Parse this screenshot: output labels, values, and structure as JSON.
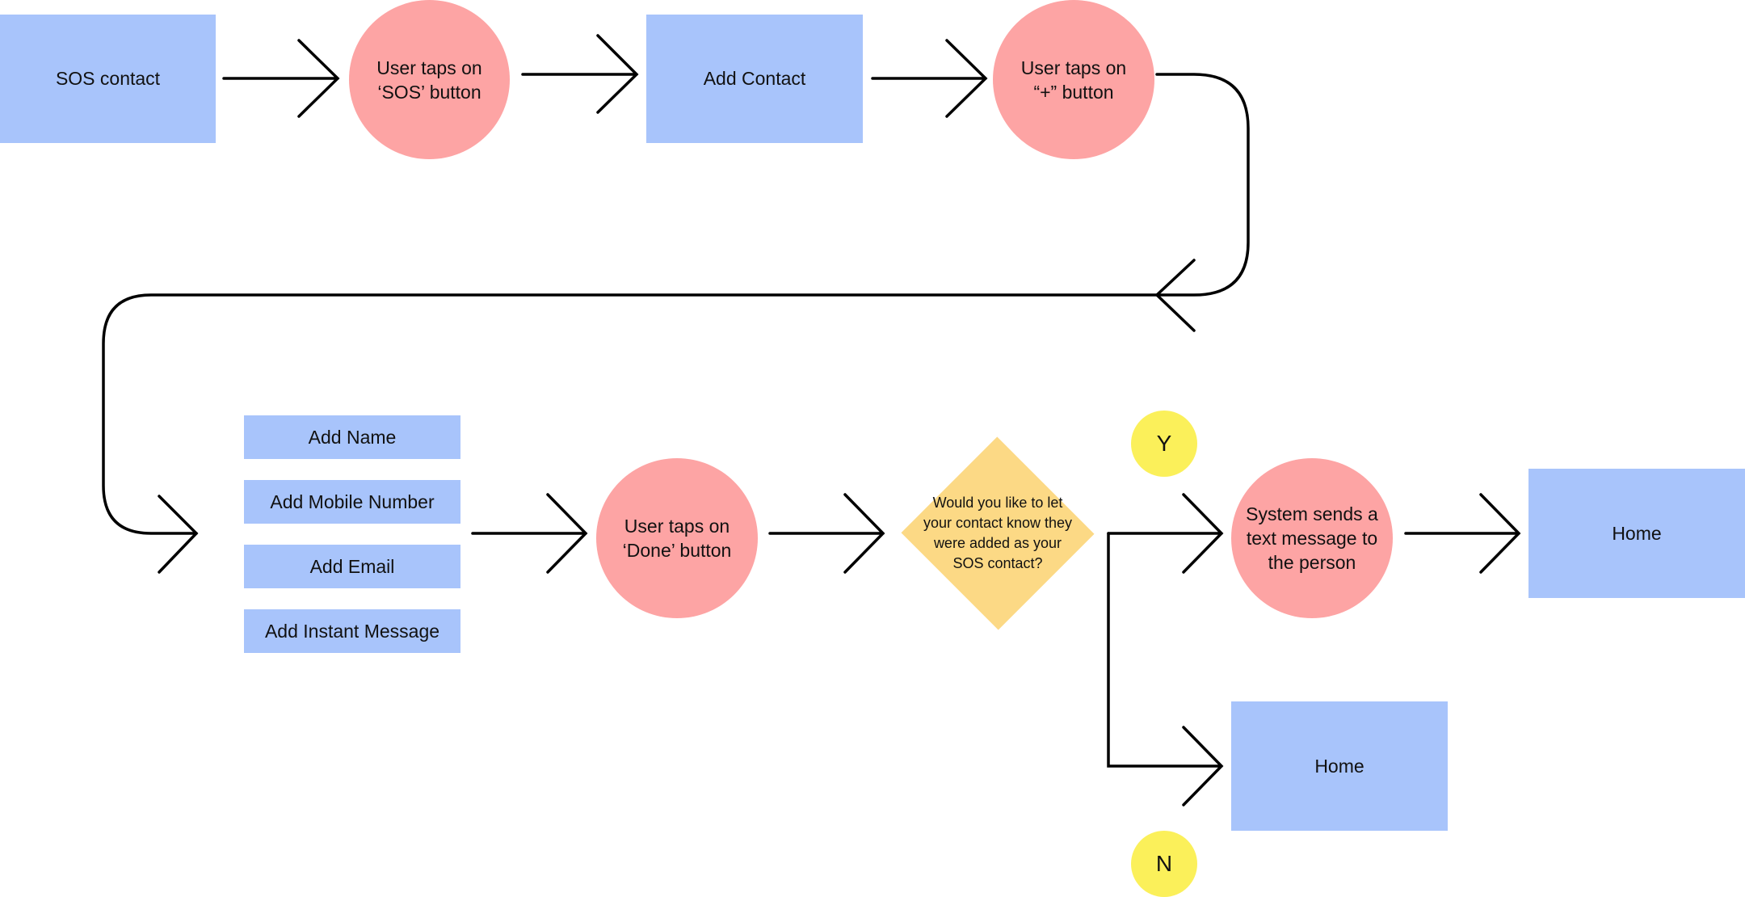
{
  "diagram": {
    "nodes": {
      "sos_contact": "SOS contact",
      "taps_sos": "User taps on ‘SOS’ button",
      "add_contact": "Add Contact",
      "taps_plus": "User taps on “+” button",
      "add_name": "Add Name",
      "add_mobile": "Add Mobile Number",
      "add_email": "Add Email",
      "add_im": "Add Instant Message",
      "taps_done": "User taps on ‘Done’ button",
      "question": "Would you like to let your contact know they were added as your SOS contact?",
      "system_sends": "System sends a text message to the person",
      "home_yes": "Home",
      "home_no": "Home",
      "yes_label": "Y",
      "no_label": "N"
    },
    "colors": {
      "process": "#a8c4fb",
      "action": "#fda4a4",
      "decision": "#fcd985",
      "branch_label": "#fbf05a",
      "connector": "#000000"
    }
  }
}
